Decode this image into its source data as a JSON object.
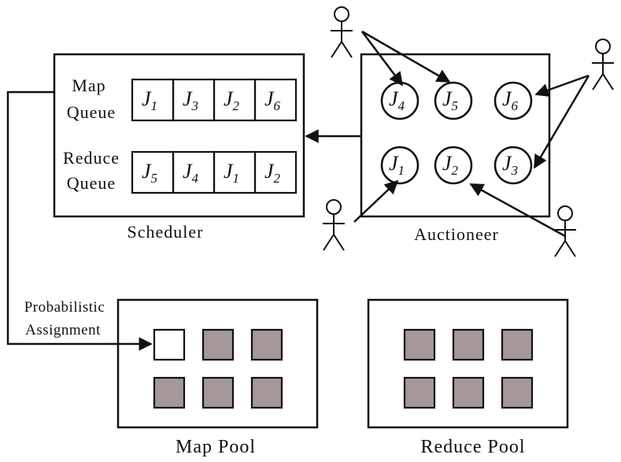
{
  "scheduler": {
    "title": "Scheduler",
    "map_label_line1": "Map",
    "map_label_line2": "Queue",
    "reduce_label_line1": "Reduce",
    "reduce_label_line2": "Queue",
    "job_letter": "J",
    "map_queue": [
      "1",
      "3",
      "2",
      "6"
    ],
    "reduce_queue": [
      "5",
      "4",
      "1",
      "2"
    ]
  },
  "auctioneer": {
    "title": "Auctioneer",
    "job_letter": "J",
    "jobs": [
      "4",
      "5",
      "6",
      "1",
      "2",
      "3"
    ]
  },
  "assignment": {
    "line1": "Probabilistic",
    "line2": "Assignment"
  },
  "map_pool": {
    "title": "Map Pool",
    "slots": [
      "free",
      "busy",
      "busy",
      "busy",
      "busy",
      "busy"
    ]
  },
  "reduce_pool": {
    "title": "Reduce Pool",
    "slots": [
      "busy",
      "busy",
      "busy",
      "busy",
      "busy",
      "busy"
    ]
  },
  "colors": {
    "busy_slot": "#a59898",
    "free_slot": "#ffffff",
    "stroke": "#111111"
  }
}
